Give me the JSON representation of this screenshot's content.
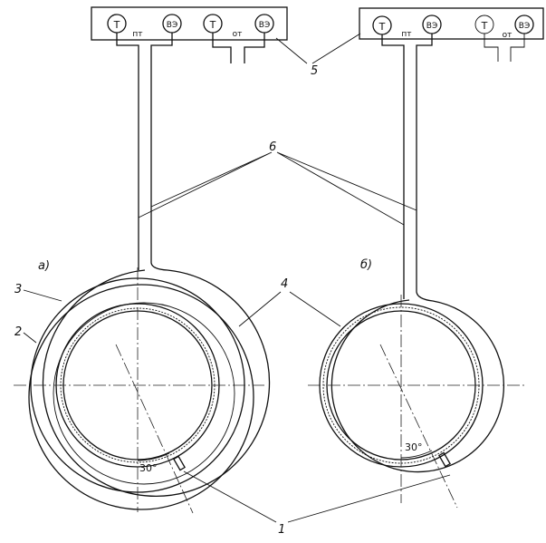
{
  "diagram": {
    "panel_a_label": "а)",
    "panel_b_label": "б)",
    "angle_label": "30°",
    "callouts": [
      "1",
      "2",
      "3",
      "4",
      "5",
      "6"
    ],
    "instrument_box": {
      "sensor_t": "Т",
      "sensor_ve": "ВЭ",
      "supply_label": "пт",
      "return_label": "от"
    }
  }
}
